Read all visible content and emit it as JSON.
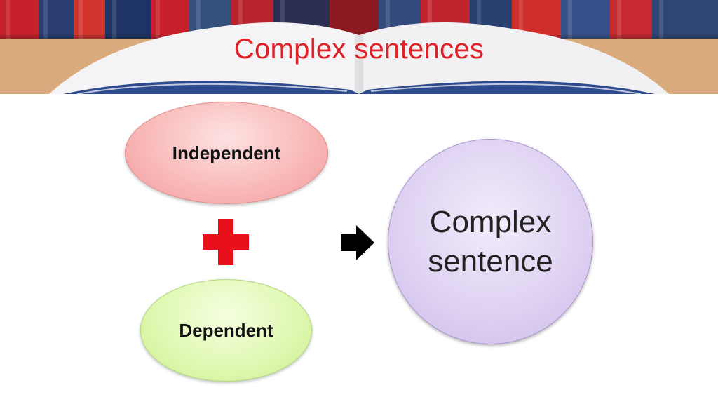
{
  "slide": {
    "title": "Complex sentences"
  },
  "diagram": {
    "nodes": {
      "independent": "Independent",
      "dependent": "Dependent",
      "result": "Complex sentence"
    },
    "connectors": {
      "plus": "plus-icon",
      "arrow": "arrow-right-icon"
    }
  },
  "colors": {
    "title": "#e0222b",
    "independent_fill": "#f8b7b6",
    "dependent_fill": "#dff8b0",
    "result_fill": "#ddd0f1",
    "plus": "#e8101a",
    "arrow": "#000000"
  }
}
